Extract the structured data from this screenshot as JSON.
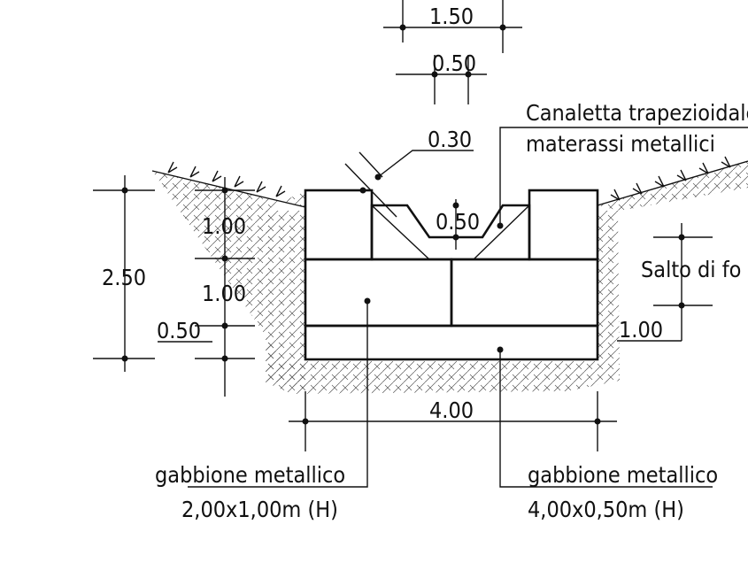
{
  "dimensions": {
    "top_width": "1.50",
    "top_channel": "0.50",
    "slope": "0.30",
    "channel_depth": "0.50",
    "total_height": "2.50",
    "upper_layer": "1.00",
    "middle_layer": "1.00",
    "base_layer": "0.50",
    "drop_height": "1.00",
    "base_width": "4.00"
  },
  "labels": {
    "channel_line1": "Canaletta trapezioidale",
    "channel_line2": "materassi metallici",
    "drop": "Salto di fo",
    "gabion_left_line1": "gabbione metallico",
    "gabion_left_line2": "2,00x1,00m (H)",
    "gabion_right_line1": "gabbione metallico",
    "gabion_right_line2": "4,00x0,50m (H)"
  }
}
